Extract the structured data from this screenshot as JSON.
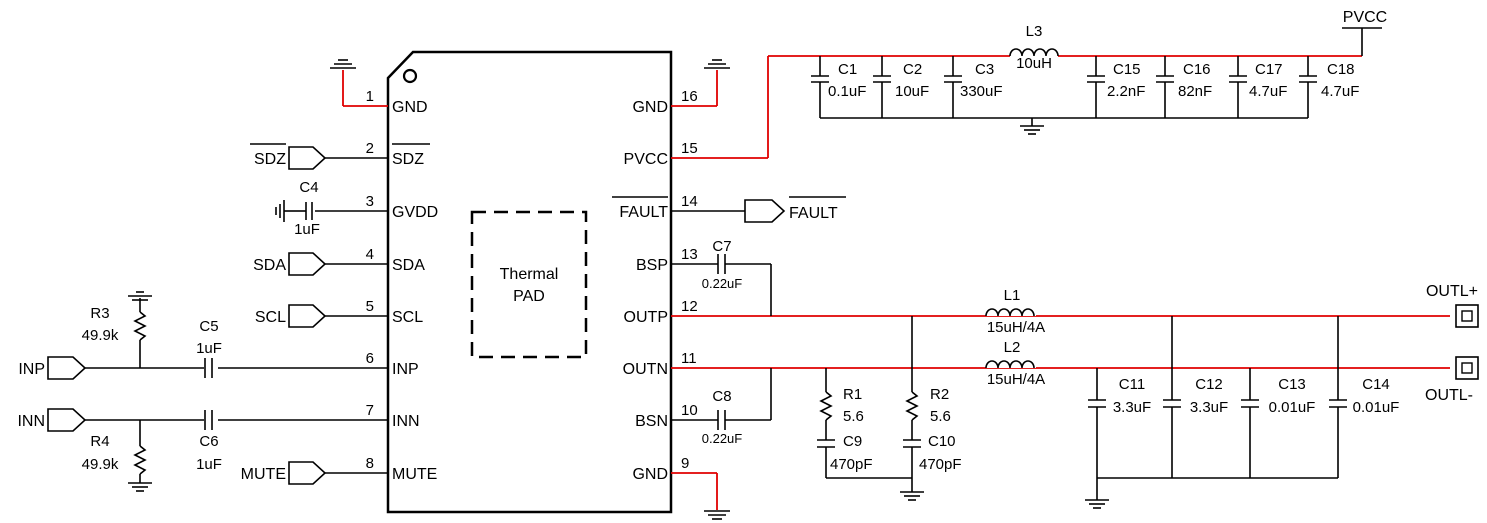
{
  "ic": {
    "pad_line1": "Thermal",
    "pad_line2": "PAD",
    "left_pins": [
      {
        "num": "1",
        "name": "GND"
      },
      {
        "num": "2",
        "name": "SDZ"
      },
      {
        "num": "3",
        "name": "GVDD"
      },
      {
        "num": "4",
        "name": "SDA"
      },
      {
        "num": "5",
        "name": "SCL"
      },
      {
        "num": "6",
        "name": "INP"
      },
      {
        "num": "7",
        "name": "INN"
      },
      {
        "num": "8",
        "name": "MUTE"
      }
    ],
    "right_pins": [
      {
        "num": "16",
        "name": "GND"
      },
      {
        "num": "15",
        "name": "PVCC"
      },
      {
        "num": "14",
        "name": "FAULT"
      },
      {
        "num": "13",
        "name": "BSP"
      },
      {
        "num": "12",
        "name": "OUTP"
      },
      {
        "num": "11",
        "name": "OUTN"
      },
      {
        "num": "10",
        "name": "BSN"
      },
      {
        "num": "9",
        "name": "GND"
      }
    ]
  },
  "ports": {
    "sdz": "SDZ",
    "sda": "SDA",
    "scl": "SCL",
    "inp": "INP",
    "inn": "INN",
    "mute": "MUTE",
    "fault": "FAULT",
    "pvcc": "PVCC",
    "outl_plus": "OUTL+",
    "outl_minus": "OUTL-"
  },
  "components": {
    "C1": {
      "ref": "C1",
      "value": "0.1uF"
    },
    "C2": {
      "ref": "C2",
      "value": "10uF"
    },
    "C3": {
      "ref": "C3",
      "value": "330uF"
    },
    "L3": {
      "ref": "L3",
      "value": "10uH"
    },
    "C15": {
      "ref": "C15",
      "value": "2.2nF"
    },
    "C16": {
      "ref": "C16",
      "value": "82nF"
    },
    "C17": {
      "ref": "C17",
      "value": "4.7uF"
    },
    "C18": {
      "ref": "C18",
      "value": "4.7uF"
    },
    "C4": {
      "ref": "C4",
      "value": "1uF"
    },
    "C5": {
      "ref": "C5",
      "value": "1uF"
    },
    "C6": {
      "ref": "C6",
      "value": "1uF"
    },
    "R3": {
      "ref": "R3",
      "value": "49.9k"
    },
    "R4": {
      "ref": "R4",
      "value": "49.9k"
    },
    "C7": {
      "ref": "C7",
      "value": "0.22uF"
    },
    "C8": {
      "ref": "C8",
      "value": "0.22uF"
    },
    "L1": {
      "ref": "L1",
      "value": "15uH/4A"
    },
    "L2": {
      "ref": "L2",
      "value": "15uH/4A"
    },
    "R1": {
      "ref": "R1",
      "value": "5.6"
    },
    "R2": {
      "ref": "R2",
      "value": "5.6"
    },
    "C9": {
      "ref": "C9",
      "value": "470pF"
    },
    "C10": {
      "ref": "C10",
      "value": "470pF"
    },
    "C11": {
      "ref": "C11",
      "value": "3.3uF"
    },
    "C12": {
      "ref": "C12",
      "value": "3.3uF"
    },
    "C13": {
      "ref": "C13",
      "value": "0.01uF"
    },
    "C14": {
      "ref": "C14",
      "value": "0.01uF"
    }
  }
}
